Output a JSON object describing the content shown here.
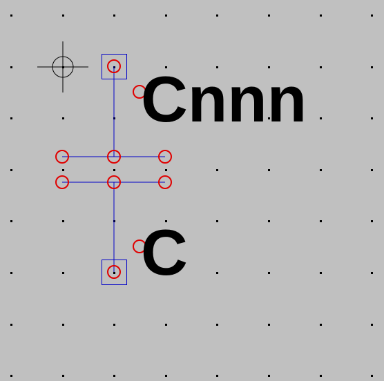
{
  "editor": {
    "background_color": "#c0c0c0",
    "grid_dot_color": "#000000",
    "grid_visible": true
  },
  "symbol": {
    "type": "capacitor",
    "ref_label": "Cnnn",
    "value_label": "C",
    "wire_color": "#0000c8",
    "pin_handle_color": "#e00000",
    "label_color": "#000000"
  },
  "icons": {
    "origin_marker": "crosshair-circle-icon",
    "pin_handle": "red-circle-handle",
    "pin_box": "blue-square-pin-box"
  }
}
